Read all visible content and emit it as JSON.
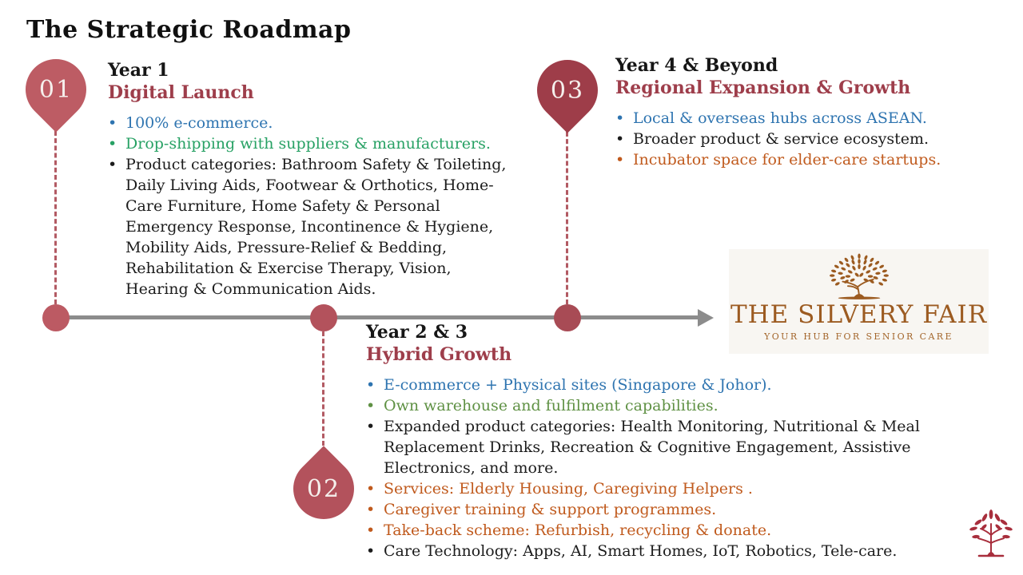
{
  "slide_title": "The Strategic Roadmap",
  "milestones": [
    {
      "number": "01",
      "year_label": "Year 1",
      "phase": "Digital Launch",
      "bullets": [
        {
          "text": "100% e-commerce.",
          "color": "blue"
        },
        {
          "text": "Drop-shipping with suppliers & manufacturers.",
          "color": "green"
        },
        {
          "text": "Product categories: Bathroom Safety & Toileting, Daily Living Aids, Footwear & Orthotics, Home-Care Furniture, Home Safety & Personal Emergency Response, Incontinence & Hygiene, Mobility Aids, Pressure-Relief & Bedding, Rehabilitation & Exercise Therapy, Vision, Hearing & Communication Aids.",
          "color": "black"
        }
      ]
    },
    {
      "number": "02",
      "year_label": "Year 2 & 3",
      "phase": "Hybrid Growth",
      "bullets": [
        {
          "text": "E-commerce + Physical sites (Singapore & Johor).",
          "color": "blue"
        },
        {
          "text": "Own warehouse and fulfilment capabilities.",
          "color": "olive"
        },
        {
          "text": "Expanded product categories: Health Monitoring, Nutritional & Meal Replacement Drinks, Recreation & Cognitive Engagement, Assistive Electronics, and more.",
          "color": "black"
        },
        {
          "text": "Services: Elderly Housing, Caregiving Helpers .",
          "color": "orange"
        },
        {
          "text": "Caregiver training & support programmes.",
          "color": "orange"
        },
        {
          "text": "Take-back scheme: Refurbish, recycling & donate.",
          "color": "orange"
        },
        {
          "text": "Care Technology: Apps, AI, Smart Homes, IoT, Robotics, Tele-care.",
          "color": "black"
        }
      ]
    },
    {
      "number": "03",
      "year_label": "Year 4 & Beyond",
      "phase": "Regional Expansion & Growth",
      "bullets": [
        {
          "text": "Local & overseas hubs across ASEAN.",
          "color": "blue"
        },
        {
          "text": "Broader product & service ecosystem.",
          "color": "black"
        },
        {
          "text": "Incubator space for elder-care startups.",
          "color": "orange"
        }
      ]
    }
  ],
  "logo": {
    "title": "THE SILVERY FAIR",
    "tagline": "YOUR HUB FOR SENIOR CARE"
  },
  "colors": {
    "accent_maroon": "#9e3e4b",
    "pin_light": "#bd5c64",
    "pin_mid": "#b3525c",
    "pin_dark": "#9e3d49",
    "timeline_gray": "#8c8c8c",
    "bullet_blue": "#2e74b0",
    "bullet_green": "#27a164",
    "bullet_olive": "#5f9144",
    "bullet_orange": "#c05a1d",
    "logo_brown": "#9c5b21",
    "corner_tree_red": "#a82e3c"
  }
}
